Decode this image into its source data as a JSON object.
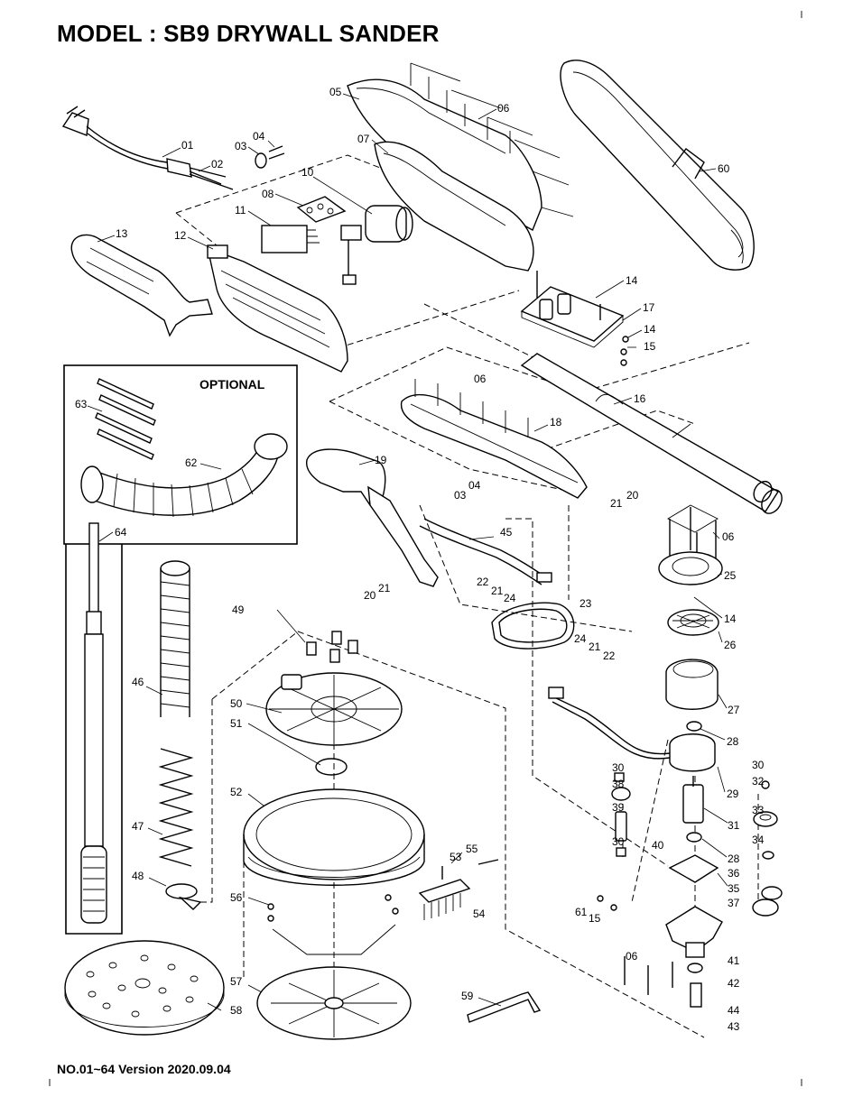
{
  "header": {
    "title": "MODEL : SB9  DRYWALL SANDER"
  },
  "footer": {
    "text": "NO.01~64  Version 2020.09.04"
  },
  "optional_box": {
    "title": "OPTIONAL"
  },
  "parts": [
    {
      "id": "p01",
      "text": "01"
    },
    {
      "id": "p02",
      "text": "02"
    },
    {
      "id": "p03a",
      "text": "03"
    },
    {
      "id": "p04a",
      "text": "04"
    },
    {
      "id": "p05",
      "text": "05"
    },
    {
      "id": "p06a",
      "text": "06"
    },
    {
      "id": "p07",
      "text": "07"
    },
    {
      "id": "p08",
      "text": "08"
    },
    {
      "id": "p10",
      "text": "10"
    },
    {
      "id": "p11",
      "text": "11"
    },
    {
      "id": "p12",
      "text": "12"
    },
    {
      "id": "p13",
      "text": "13"
    },
    {
      "id": "p14a",
      "text": "14"
    },
    {
      "id": "p17",
      "text": "17"
    },
    {
      "id": "p14b",
      "text": "14"
    },
    {
      "id": "p15a",
      "text": "15"
    },
    {
      "id": "p60",
      "text": "60"
    },
    {
      "id": "p16",
      "text": "16"
    },
    {
      "id": "p06b",
      "text": "06"
    },
    {
      "id": "p18",
      "text": "18"
    },
    {
      "id": "p19",
      "text": "19"
    },
    {
      "id": "p04b",
      "text": "04"
    },
    {
      "id": "p03b",
      "text": "03"
    },
    {
      "id": "p21a",
      "text": "21"
    },
    {
      "id": "p20a",
      "text": "20"
    },
    {
      "id": "p45",
      "text": "45"
    },
    {
      "id": "p22a",
      "text": "22"
    },
    {
      "id": "p21b",
      "text": "21"
    },
    {
      "id": "p24a",
      "text": "24"
    },
    {
      "id": "p23",
      "text": "23"
    },
    {
      "id": "p24b",
      "text": "24"
    },
    {
      "id": "p21c",
      "text": "21"
    },
    {
      "id": "p22b",
      "text": "22"
    },
    {
      "id": "p21d",
      "text": "21"
    },
    {
      "id": "p20b",
      "text": "20"
    },
    {
      "id": "p06c",
      "text": "06"
    },
    {
      "id": "p25",
      "text": "25"
    },
    {
      "id": "p14c",
      "text": "14"
    },
    {
      "id": "p26",
      "text": "26"
    },
    {
      "id": "p27",
      "text": "27"
    },
    {
      "id": "p28a",
      "text": "28"
    },
    {
      "id": "p29",
      "text": "29"
    },
    {
      "id": "p30a",
      "text": "30"
    },
    {
      "id": "p38",
      "text": "38"
    },
    {
      "id": "p39",
      "text": "39"
    },
    {
      "id": "p40",
      "text": "40"
    },
    {
      "id": "p30b",
      "text": "30"
    },
    {
      "id": "p30c",
      "text": "30"
    },
    {
      "id": "p32",
      "text": "32"
    },
    {
      "id": "p33",
      "text": "33"
    },
    {
      "id": "p31",
      "text": "31"
    },
    {
      "id": "p34",
      "text": "34"
    },
    {
      "id": "p28b",
      "text": "28"
    },
    {
      "id": "p36",
      "text": "36"
    },
    {
      "id": "p35",
      "text": "35"
    },
    {
      "id": "p37",
      "text": "37"
    },
    {
      "id": "p61",
      "text": "61"
    },
    {
      "id": "p15b",
      "text": "15"
    },
    {
      "id": "p41",
      "text": "41"
    },
    {
      "id": "p06d",
      "text": "06"
    },
    {
      "id": "p42",
      "text": "42"
    },
    {
      "id": "p44",
      "text": "44"
    },
    {
      "id": "p43",
      "text": "43"
    },
    {
      "id": "p49",
      "text": "49"
    },
    {
      "id": "p50",
      "text": "50"
    },
    {
      "id": "p51",
      "text": "51"
    },
    {
      "id": "p52",
      "text": "52"
    },
    {
      "id": "p53",
      "text": "53"
    },
    {
      "id": "p55",
      "text": "55"
    },
    {
      "id": "p54",
      "text": "54"
    },
    {
      "id": "p56",
      "text": "56"
    },
    {
      "id": "p57",
      "text": "57"
    },
    {
      "id": "p58",
      "text": "58"
    },
    {
      "id": "p59",
      "text": "59"
    },
    {
      "id": "p63",
      "text": "63"
    },
    {
      "id": "p62",
      "text": "62"
    },
    {
      "id": "p64",
      "text": "64"
    },
    {
      "id": "p46",
      "text": "46"
    },
    {
      "id": "p47",
      "text": "47"
    },
    {
      "id": "p48",
      "text": "48"
    }
  ]
}
